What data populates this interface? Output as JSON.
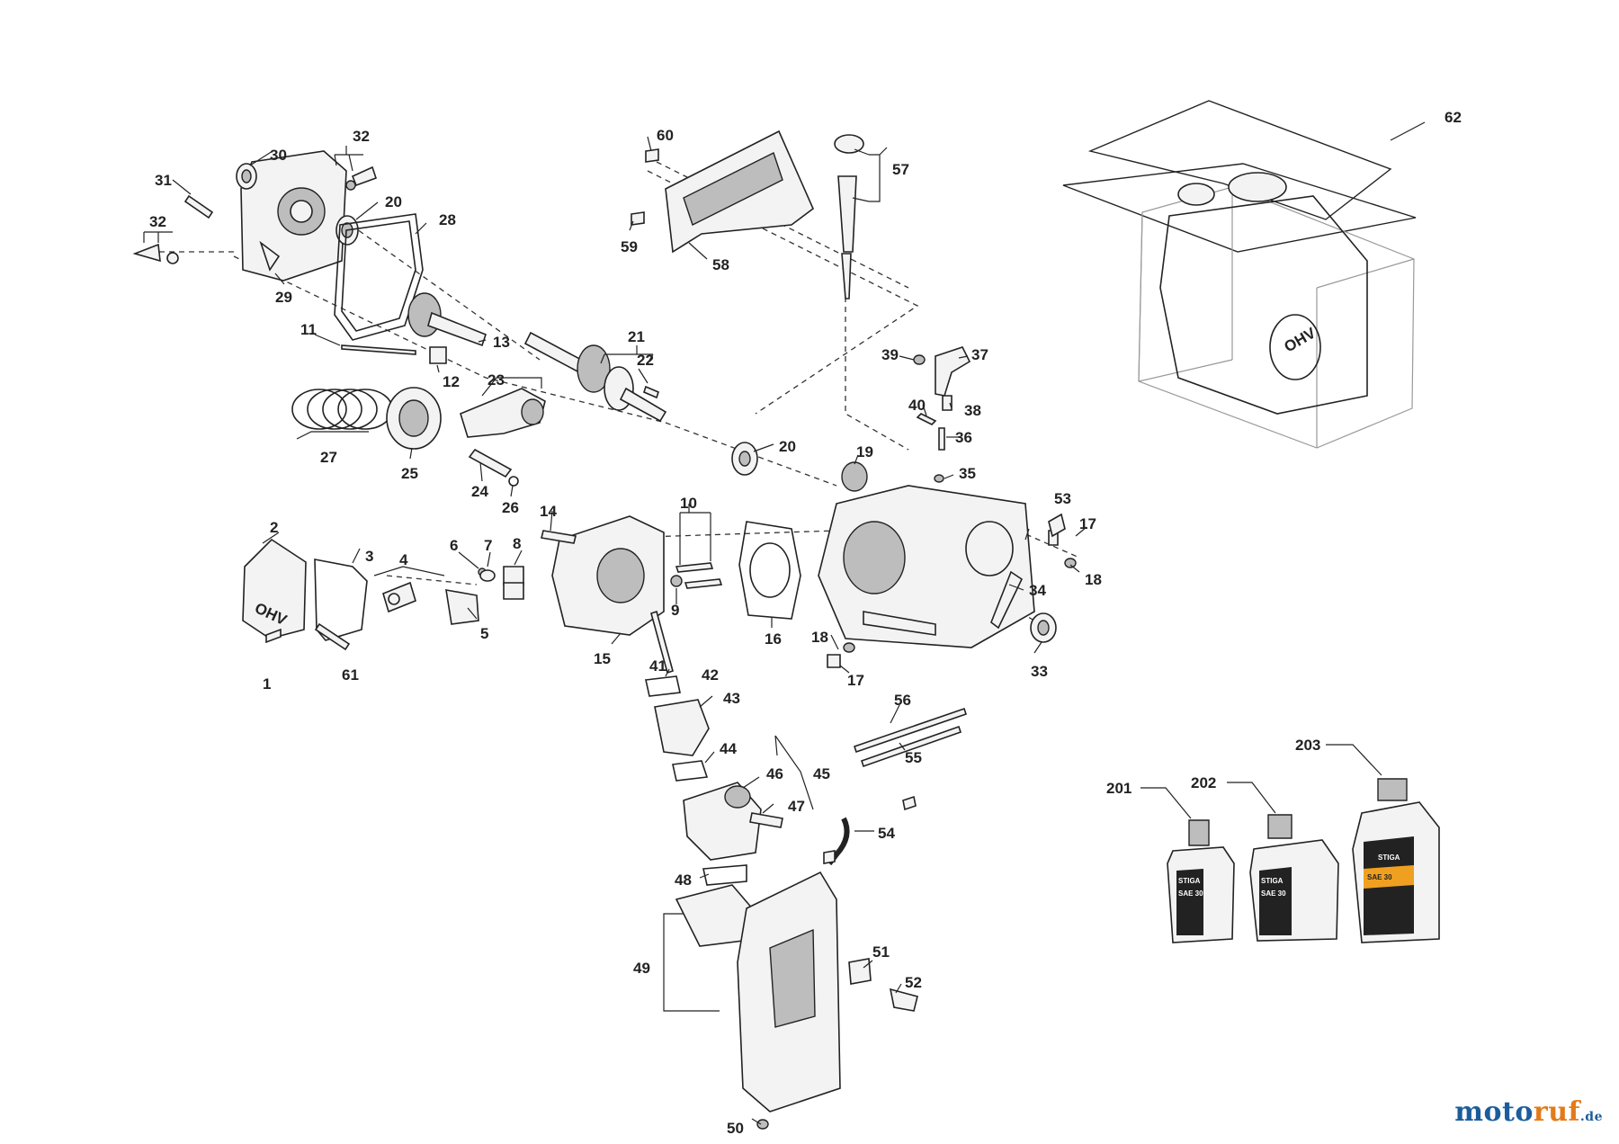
{
  "callouts": {
    "c1": "1",
    "c2": "2",
    "c3": "3",
    "c4": "4",
    "c5": "5",
    "c6": "6",
    "c7": "7",
    "c8": "8",
    "c9": "9",
    "c10": "10",
    "c11": "11",
    "c12": "12",
    "c13": "13",
    "c14": "14",
    "c15": "15",
    "c16": "16",
    "c17a": "17",
    "c17b": "17",
    "c18a": "18",
    "c18b": "18",
    "c19": "19",
    "c20a": "20",
    "c20b": "20",
    "c21": "21",
    "c22": "22",
    "c23": "23",
    "c24": "24",
    "c25": "25",
    "c26": "26",
    "c27": "27",
    "c28": "28",
    "c29": "29",
    "c30": "30",
    "c31": "31",
    "c32a": "32",
    "c32b": "32",
    "c33": "33",
    "c34": "34",
    "c35": "35",
    "c36": "36",
    "c37": "37",
    "c38": "38",
    "c39": "39",
    "c40": "40",
    "c41": "41",
    "c42": "42",
    "c43": "43",
    "c44": "44",
    "c45": "45",
    "c46": "46",
    "c47": "47",
    "c48": "48",
    "c49": "49",
    "c50": "50",
    "c51": "51",
    "c52": "52",
    "c53": "53",
    "c54": "54",
    "c55": "55",
    "c56": "56",
    "c57": "57",
    "c58": "58",
    "c59": "59",
    "c60": "60",
    "c61": "61",
    "c62": "62",
    "c201": "201",
    "c202": "202",
    "c203": "203"
  },
  "embossed": {
    "valve_cover": "OHV",
    "engine_side": "OHV",
    "bottle_brand": "STIGA",
    "bottle_grade": "SAE 30"
  },
  "watermark": {
    "part1": "moto",
    "part2": "ruf",
    "part3": ".de"
  }
}
